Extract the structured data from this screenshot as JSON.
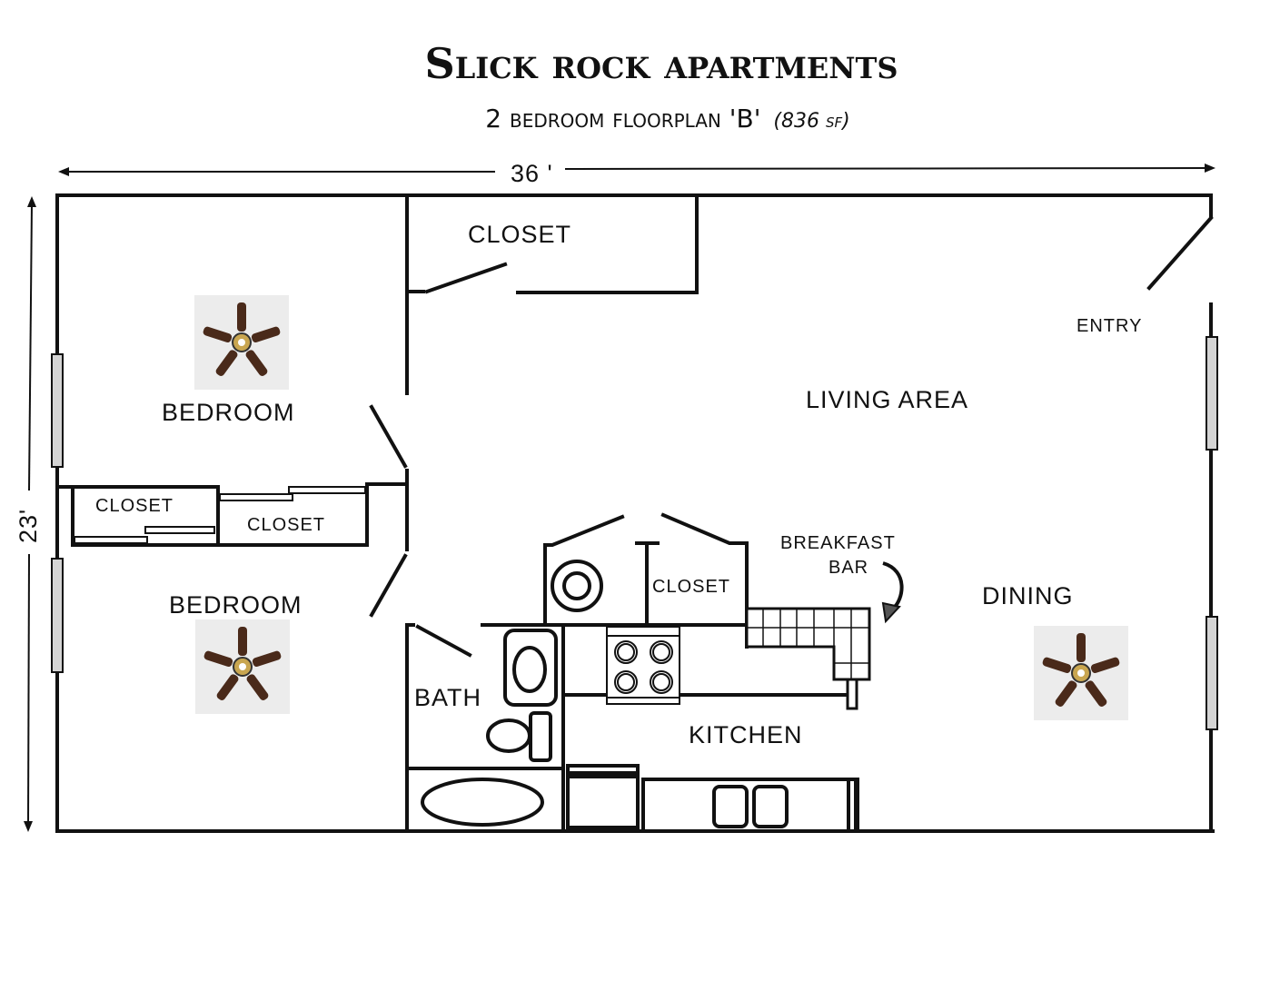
{
  "title": "Slick rock apartments",
  "subtitle": "2 bedroom floorplan 'B'",
  "area": "(836 sf)",
  "dimensions": {
    "width": "36 '",
    "height": "23'"
  },
  "rooms": {
    "closet_top": "CLOSET",
    "bedroom1": "BEDROOM",
    "bedroom2": "BEDROOM",
    "closet_left1": "CLOSET",
    "closet_left2": "CLOSET",
    "living": "LIVING AREA",
    "entry": "ENTRY",
    "closet_mid": "CLOSET",
    "breakfast1": "BREAKFAST",
    "breakfast2": "BAR",
    "dining": "DINING",
    "bath": "BATH",
    "kitchen": "KITCHEN"
  },
  "colors": {
    "fan_blade": "#4a2a1a",
    "fan_bg": "#ececec",
    "window": "#d4d4d4"
  }
}
